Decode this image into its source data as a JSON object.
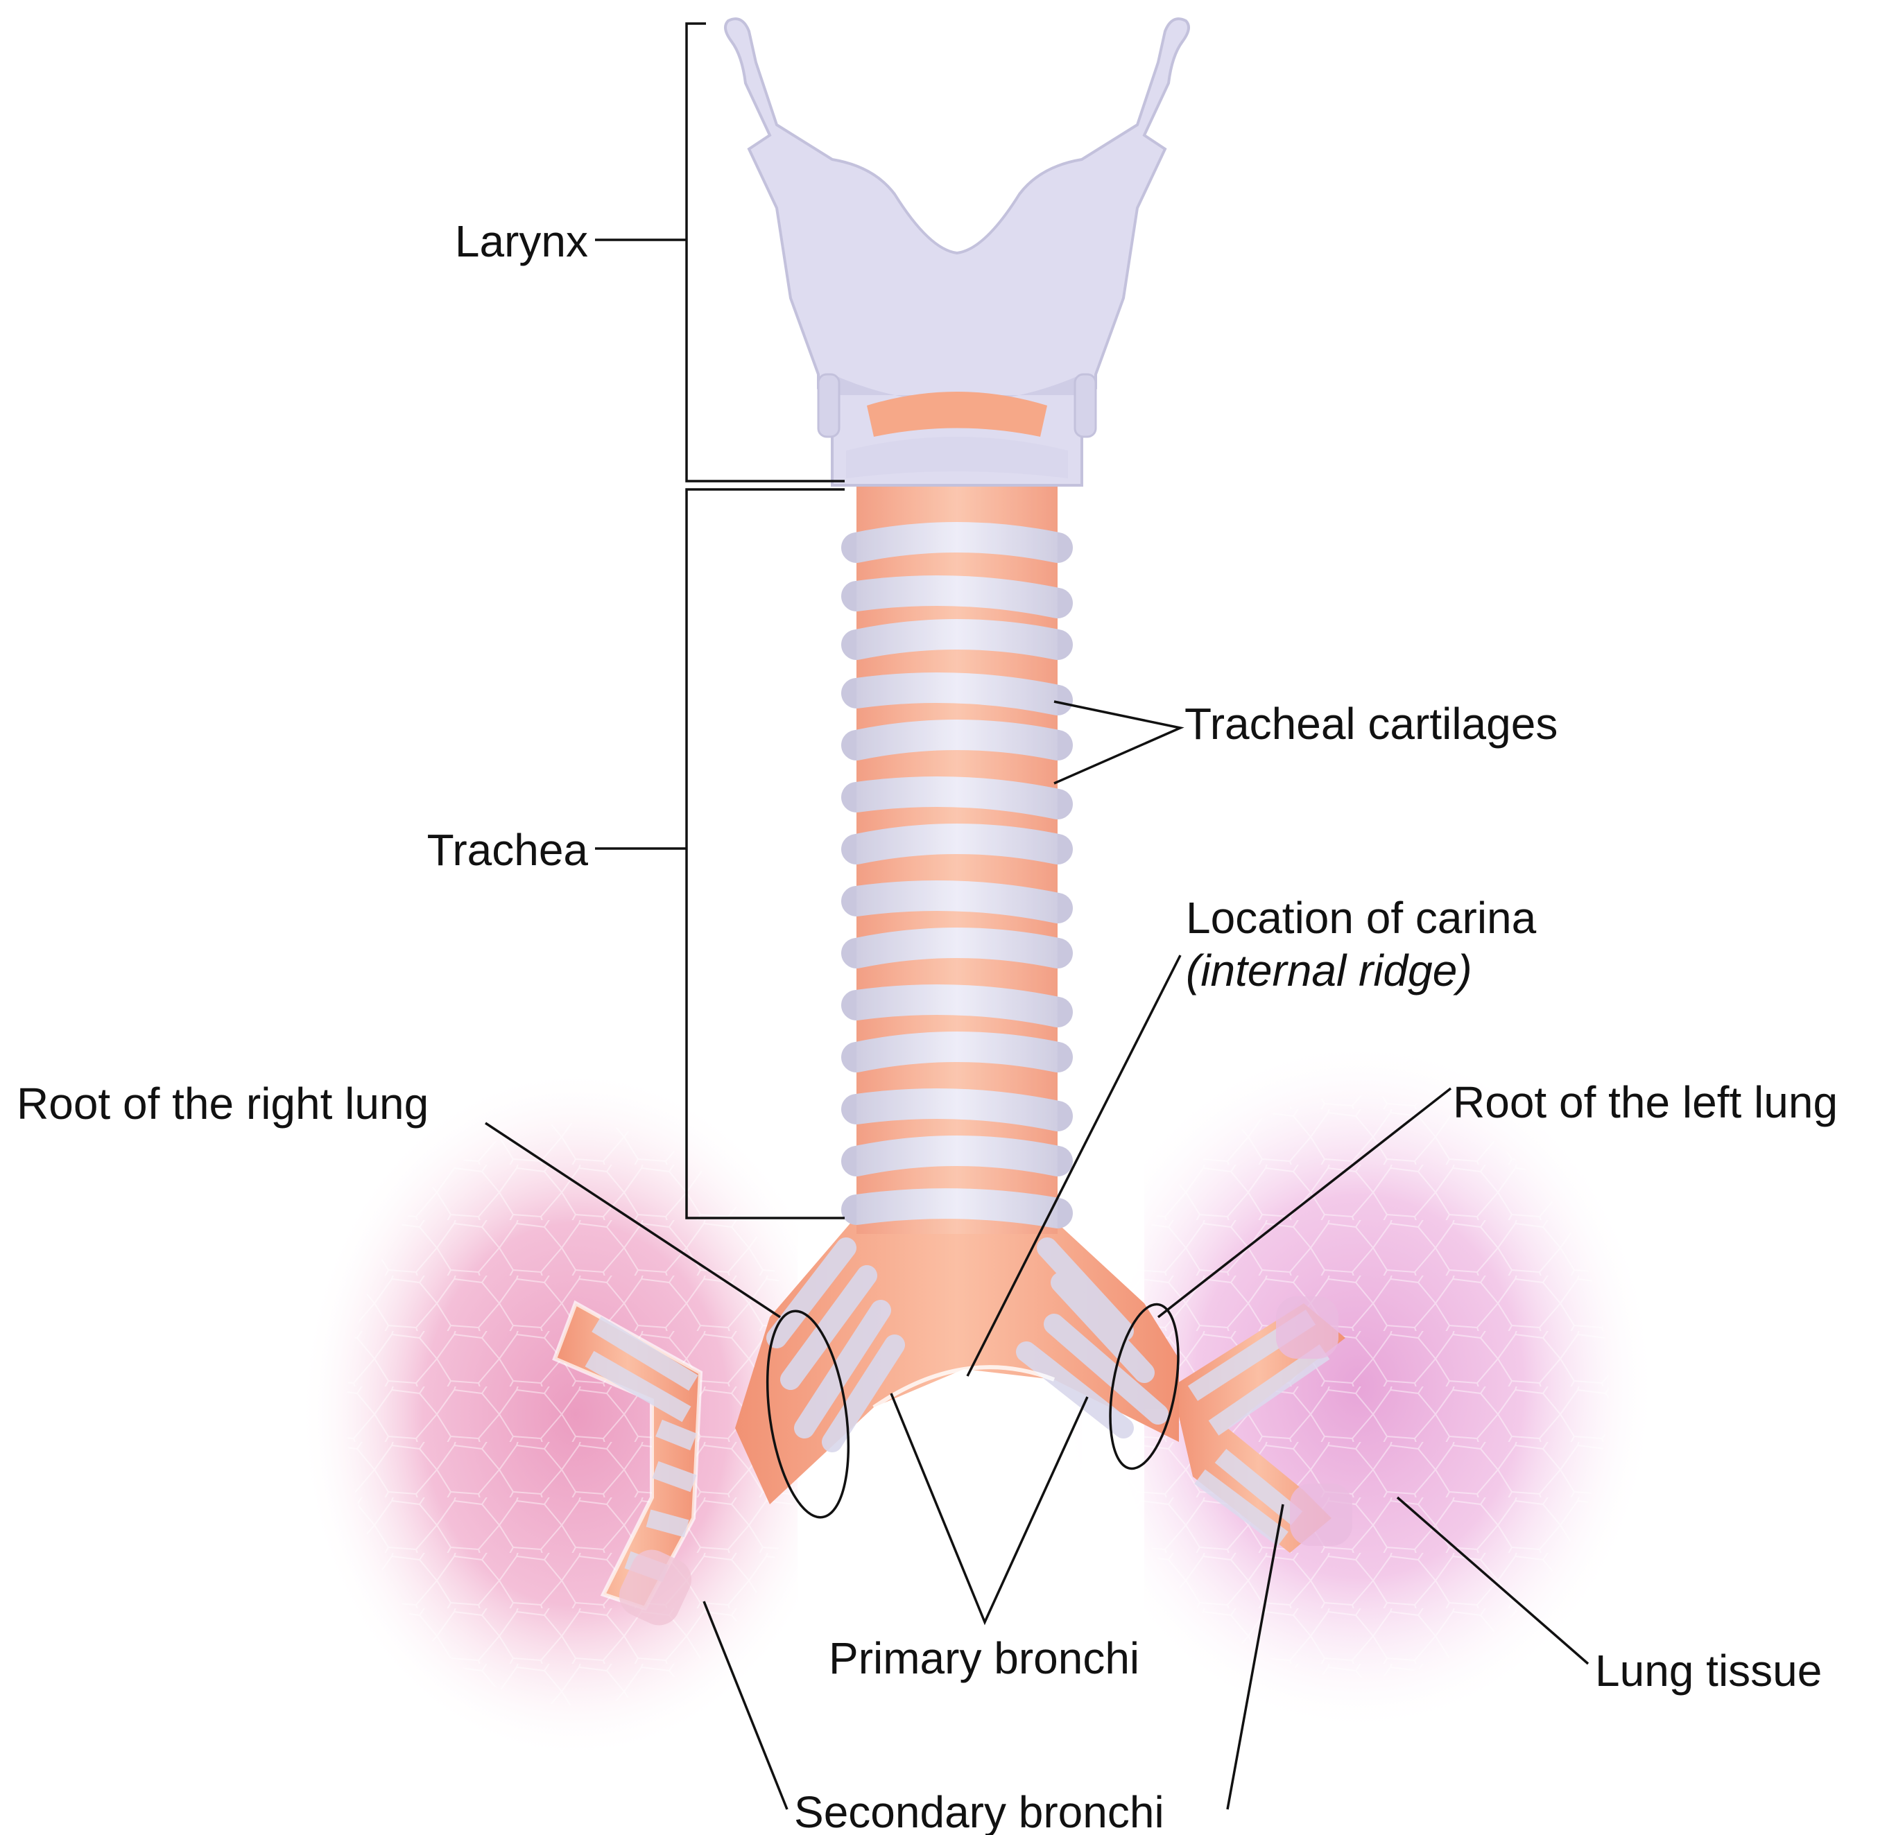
{
  "labels": {
    "larynx": "Larynx",
    "trachea": "Trachea",
    "tracheal_cartilages": "Tracheal cartilages",
    "carina_line1": "Location of carina",
    "carina_line2": "(internal ridge)",
    "root_right_lung": "Root of the right lung",
    "root_left_lung": "Root of the left lung",
    "primary_bronchi": "Primary bronchi",
    "secondary_bronchi": "Secondary bronchi",
    "lung_tissue": "Lung tissue"
  },
  "colors": {
    "cartilage": "#dcdbee",
    "cartilage_shade": "#c6c4dc",
    "mucosa": "#f5a585",
    "lung_right": "#ea97bd",
    "lung_left": "#e6a0d6",
    "line": "#111111"
  }
}
